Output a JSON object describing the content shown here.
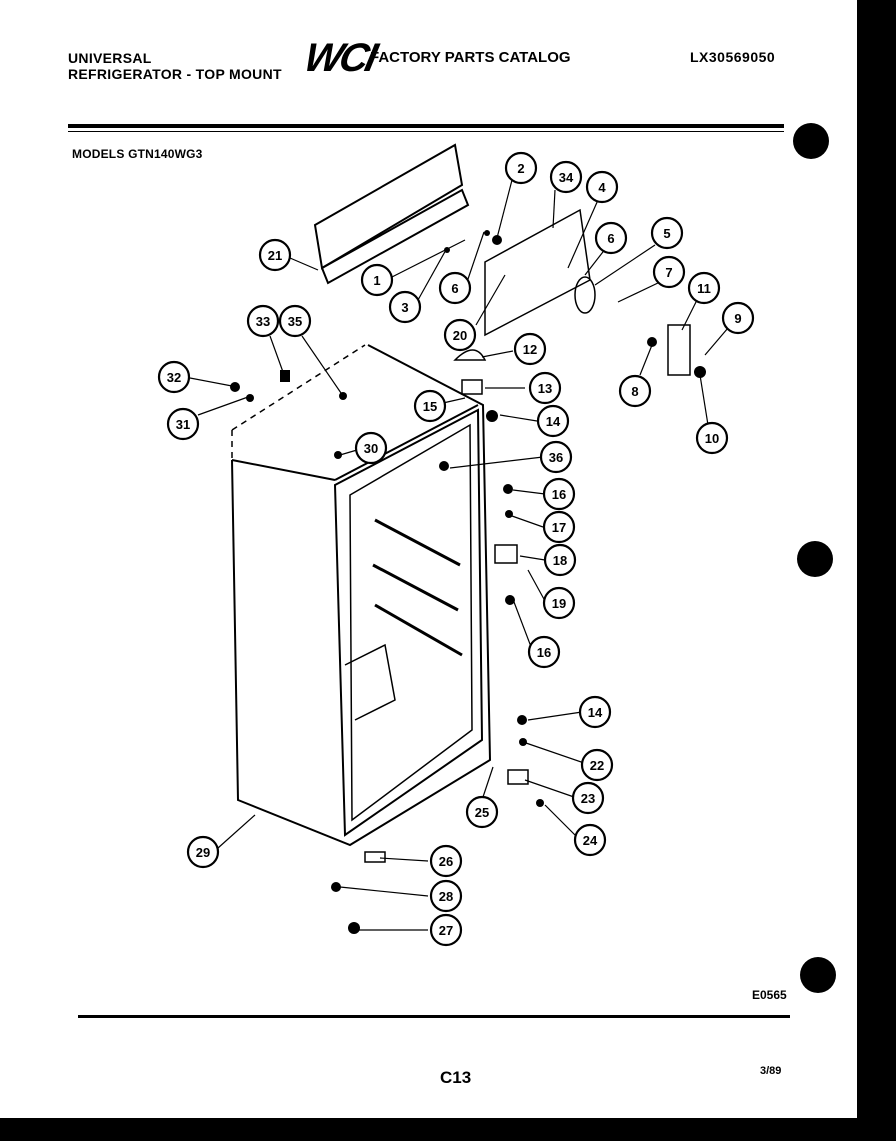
{
  "header": {
    "brand_line1": "UNIVERSAL",
    "brand_line2": "REFRIGERATOR - TOP MOUNT",
    "logo": "WCI",
    "catalog_title": "FACTORY PARTS CATALOG",
    "part_number": "LX30569050"
  },
  "models_label": "MODELS GTN140WG3",
  "diagram_code": "E0565",
  "page_code": "C13",
  "date": "3/89",
  "callouts": [
    "1",
    "2",
    "3",
    "4",
    "5",
    "6",
    "6",
    "7",
    "8",
    "9",
    "10",
    "11",
    "12",
    "13",
    "14",
    "14",
    "15",
    "16",
    "16",
    "17",
    "18",
    "19",
    "20",
    "21",
    "22",
    "23",
    "24",
    "25",
    "26",
    "27",
    "28",
    "29",
    "30",
    "31",
    "32",
    "33",
    "34",
    "35",
    "36"
  ]
}
